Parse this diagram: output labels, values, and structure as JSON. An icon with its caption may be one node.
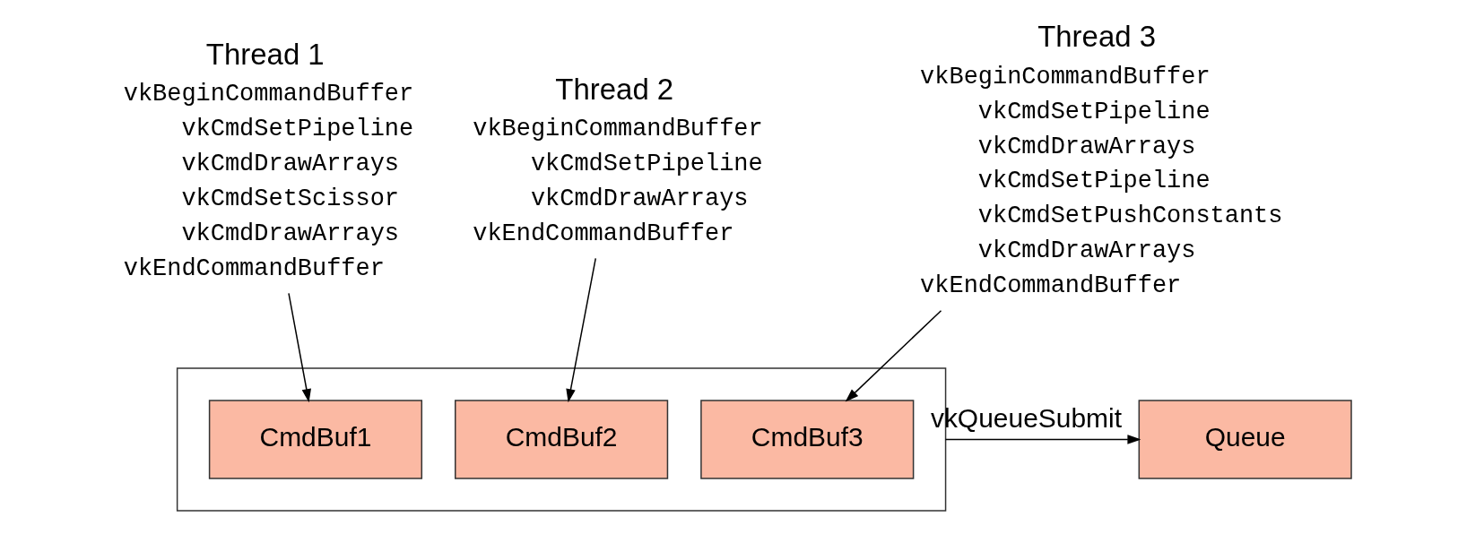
{
  "diagram": {
    "nodes": [
      {
        "text": [
          "Thread 1",
          "vkBeginCommandBuffer",
          "vkCmdSetPipeline",
          "vkCmdDrawArrays",
          "vkCmdSetScissor",
          "vkCmdDrawArrays",
          "vkEndCommandBuffer"
        ]
      },
      {
        "text": [
          "Thread 2",
          "vkBeginCommandBuffer",
          "vkCmdSetPipeline",
          "vkCmdDrawArrays",
          "vkEndCommandBuffer"
        ]
      },
      {
        "text": [
          "Thread 3",
          "vkBeginCommandBuffer",
          "vkCmdSetPipeline",
          "vkCmdDrawArrays",
          "vkCmdSetPipeline",
          "vkCmdSetPushConstants",
          "vkCmdDrawArrays",
          "vkEndCommandBuffer"
        ]
      },
      {
        "text": [],
        "shape": "box"
      },
      {
        "text": [
          "CmdBuf1"
        ],
        "in": 3
      },
      {
        "text": [
          "CmdBuf2"
        ],
        "in": 3
      },
      {
        "text": [
          "CmdBuf3"
        ],
        "in": 3
      },
      {
        "text": [
          "Queue"
        ]
      }
    ],
    "edges": [
      {
        "from": 0,
        "to": 4,
        "arrow": "to"
      },
      {
        "from": 1,
        "to": 5,
        "arrow": "to"
      },
      {
        "from": 2,
        "to": 6,
        "arrow": "to"
      },
      {
        "from": 3,
        "to": 7,
        "arrow": "to",
        "label": "vkQueueSubmit"
      }
    ]
  }
}
